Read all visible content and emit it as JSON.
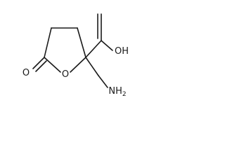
{
  "molecule": {
    "atom_labels": {
      "carbonyl_oxygen": "O",
      "ring_oxygen": "O",
      "hydroxyl": "OH",
      "amine": "NH2"
    }
  }
}
